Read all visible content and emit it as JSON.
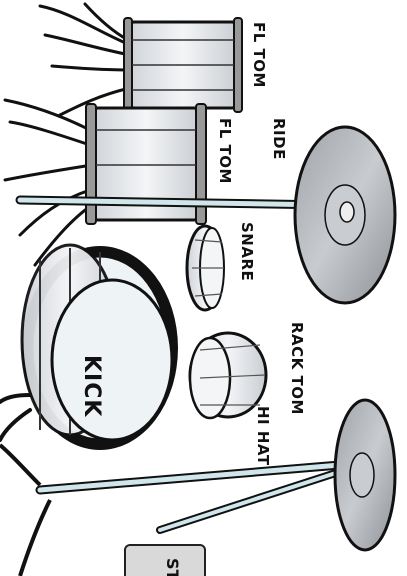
{
  "kit": {
    "labels": {
      "floor_tom_top": "FL TOM",
      "ride": "RIDE",
      "floor_tom_bottom": "FL TOM",
      "snare": "SNARE",
      "kick": "KICK",
      "rack_tom": "RACK TOM",
      "hi_hat": "HI HAT"
    },
    "start_button_label": "ST"
  },
  "colors": {
    "outline": "#111111",
    "shell": "#e6e8ec",
    "stand": "#cfe6ea",
    "cymbal": "#b9bcc0",
    "kick_head": "#eef3f6"
  }
}
